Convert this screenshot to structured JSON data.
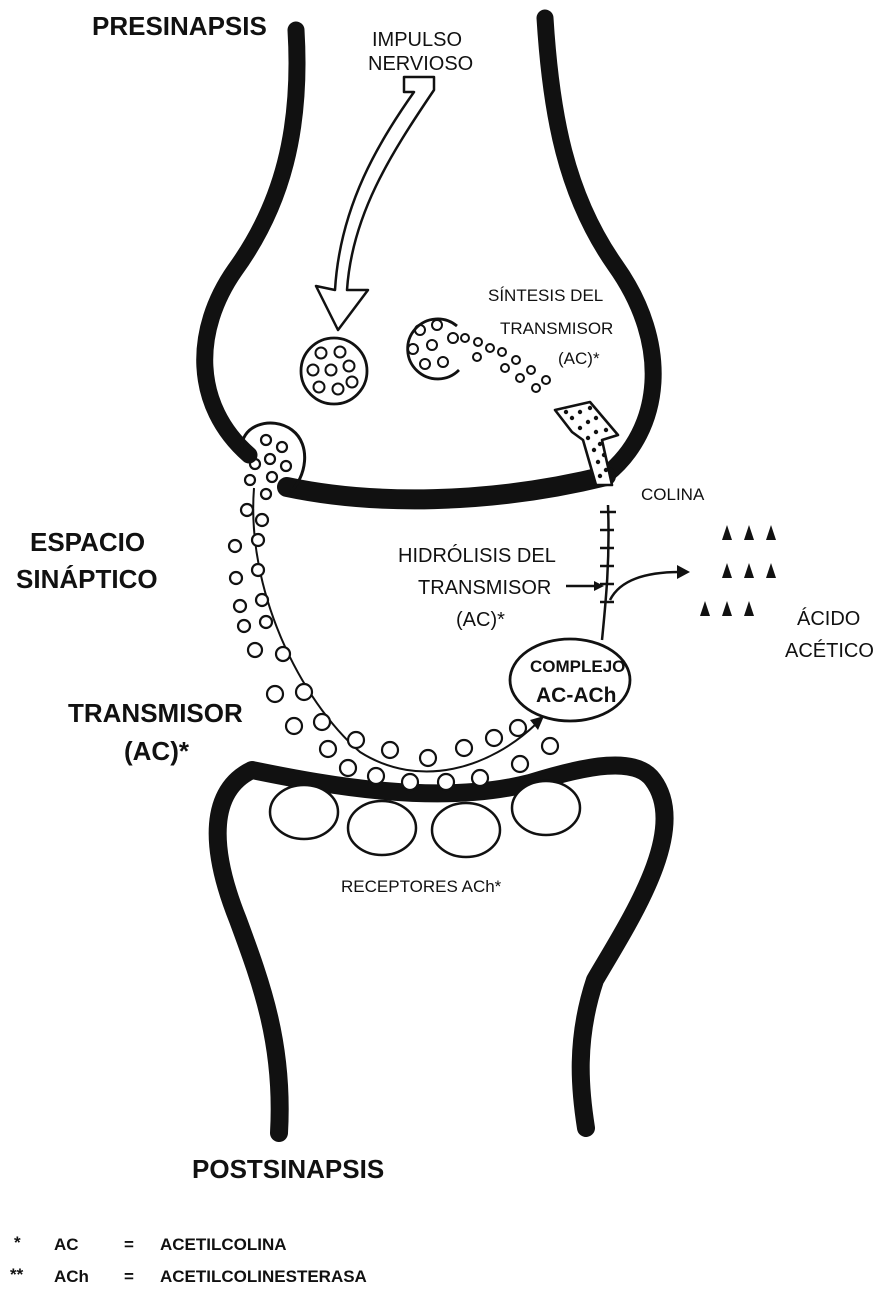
{
  "labels": {
    "presinapsis": "PRESINAPSIS",
    "impulso_line1": "IMPULSO",
    "impulso_line2": "NERVIOSO",
    "sintesis_line1": "SÍNTESIS DEL",
    "sintesis_line2": "TRANSMISOR",
    "sintesis_line3": "(AC)*",
    "colina": "COLINA",
    "espacio_line1": "ESPACIO",
    "espacio_line2": "SINÁPTICO",
    "hidrolisis_line1": "HIDRÓLISIS DEL",
    "hidrolisis_line2": "TRANSMISOR",
    "hidrolisis_line3": "(AC)*",
    "acido_line1": "ÁCIDO",
    "acido_line2": "ACÉTICO",
    "complejo_line1": "COMPLEJO",
    "complejo_line2": "AC-ACh",
    "transmisor_line1": "TRANSMISOR",
    "transmisor_line2": "(AC)*",
    "receptores": "RECEPTORES ACh*",
    "postsinapsis": "POSTSINAPSIS"
  },
  "legend": [
    {
      "mark": "*",
      "abbr": "AC",
      "eq": "=",
      "meaning": "ACETILCOLINA"
    },
    {
      "mark": "**",
      "abbr": "ACh",
      "eq": "=",
      "meaning": "ACETILCOLINESTERASA"
    }
  ],
  "icons": {
    "impulse_arrow": "hollow-arrow-icon",
    "synthesis_arrow": "dotted-hollow-arrow-icon",
    "acetic_acid": "acetic-acid-molecule-icon",
    "vesicle": "vesicle-icon",
    "receptor": "receptor-icon"
  },
  "colors": {
    "ink": "#111111",
    "background": "#ffffff"
  }
}
